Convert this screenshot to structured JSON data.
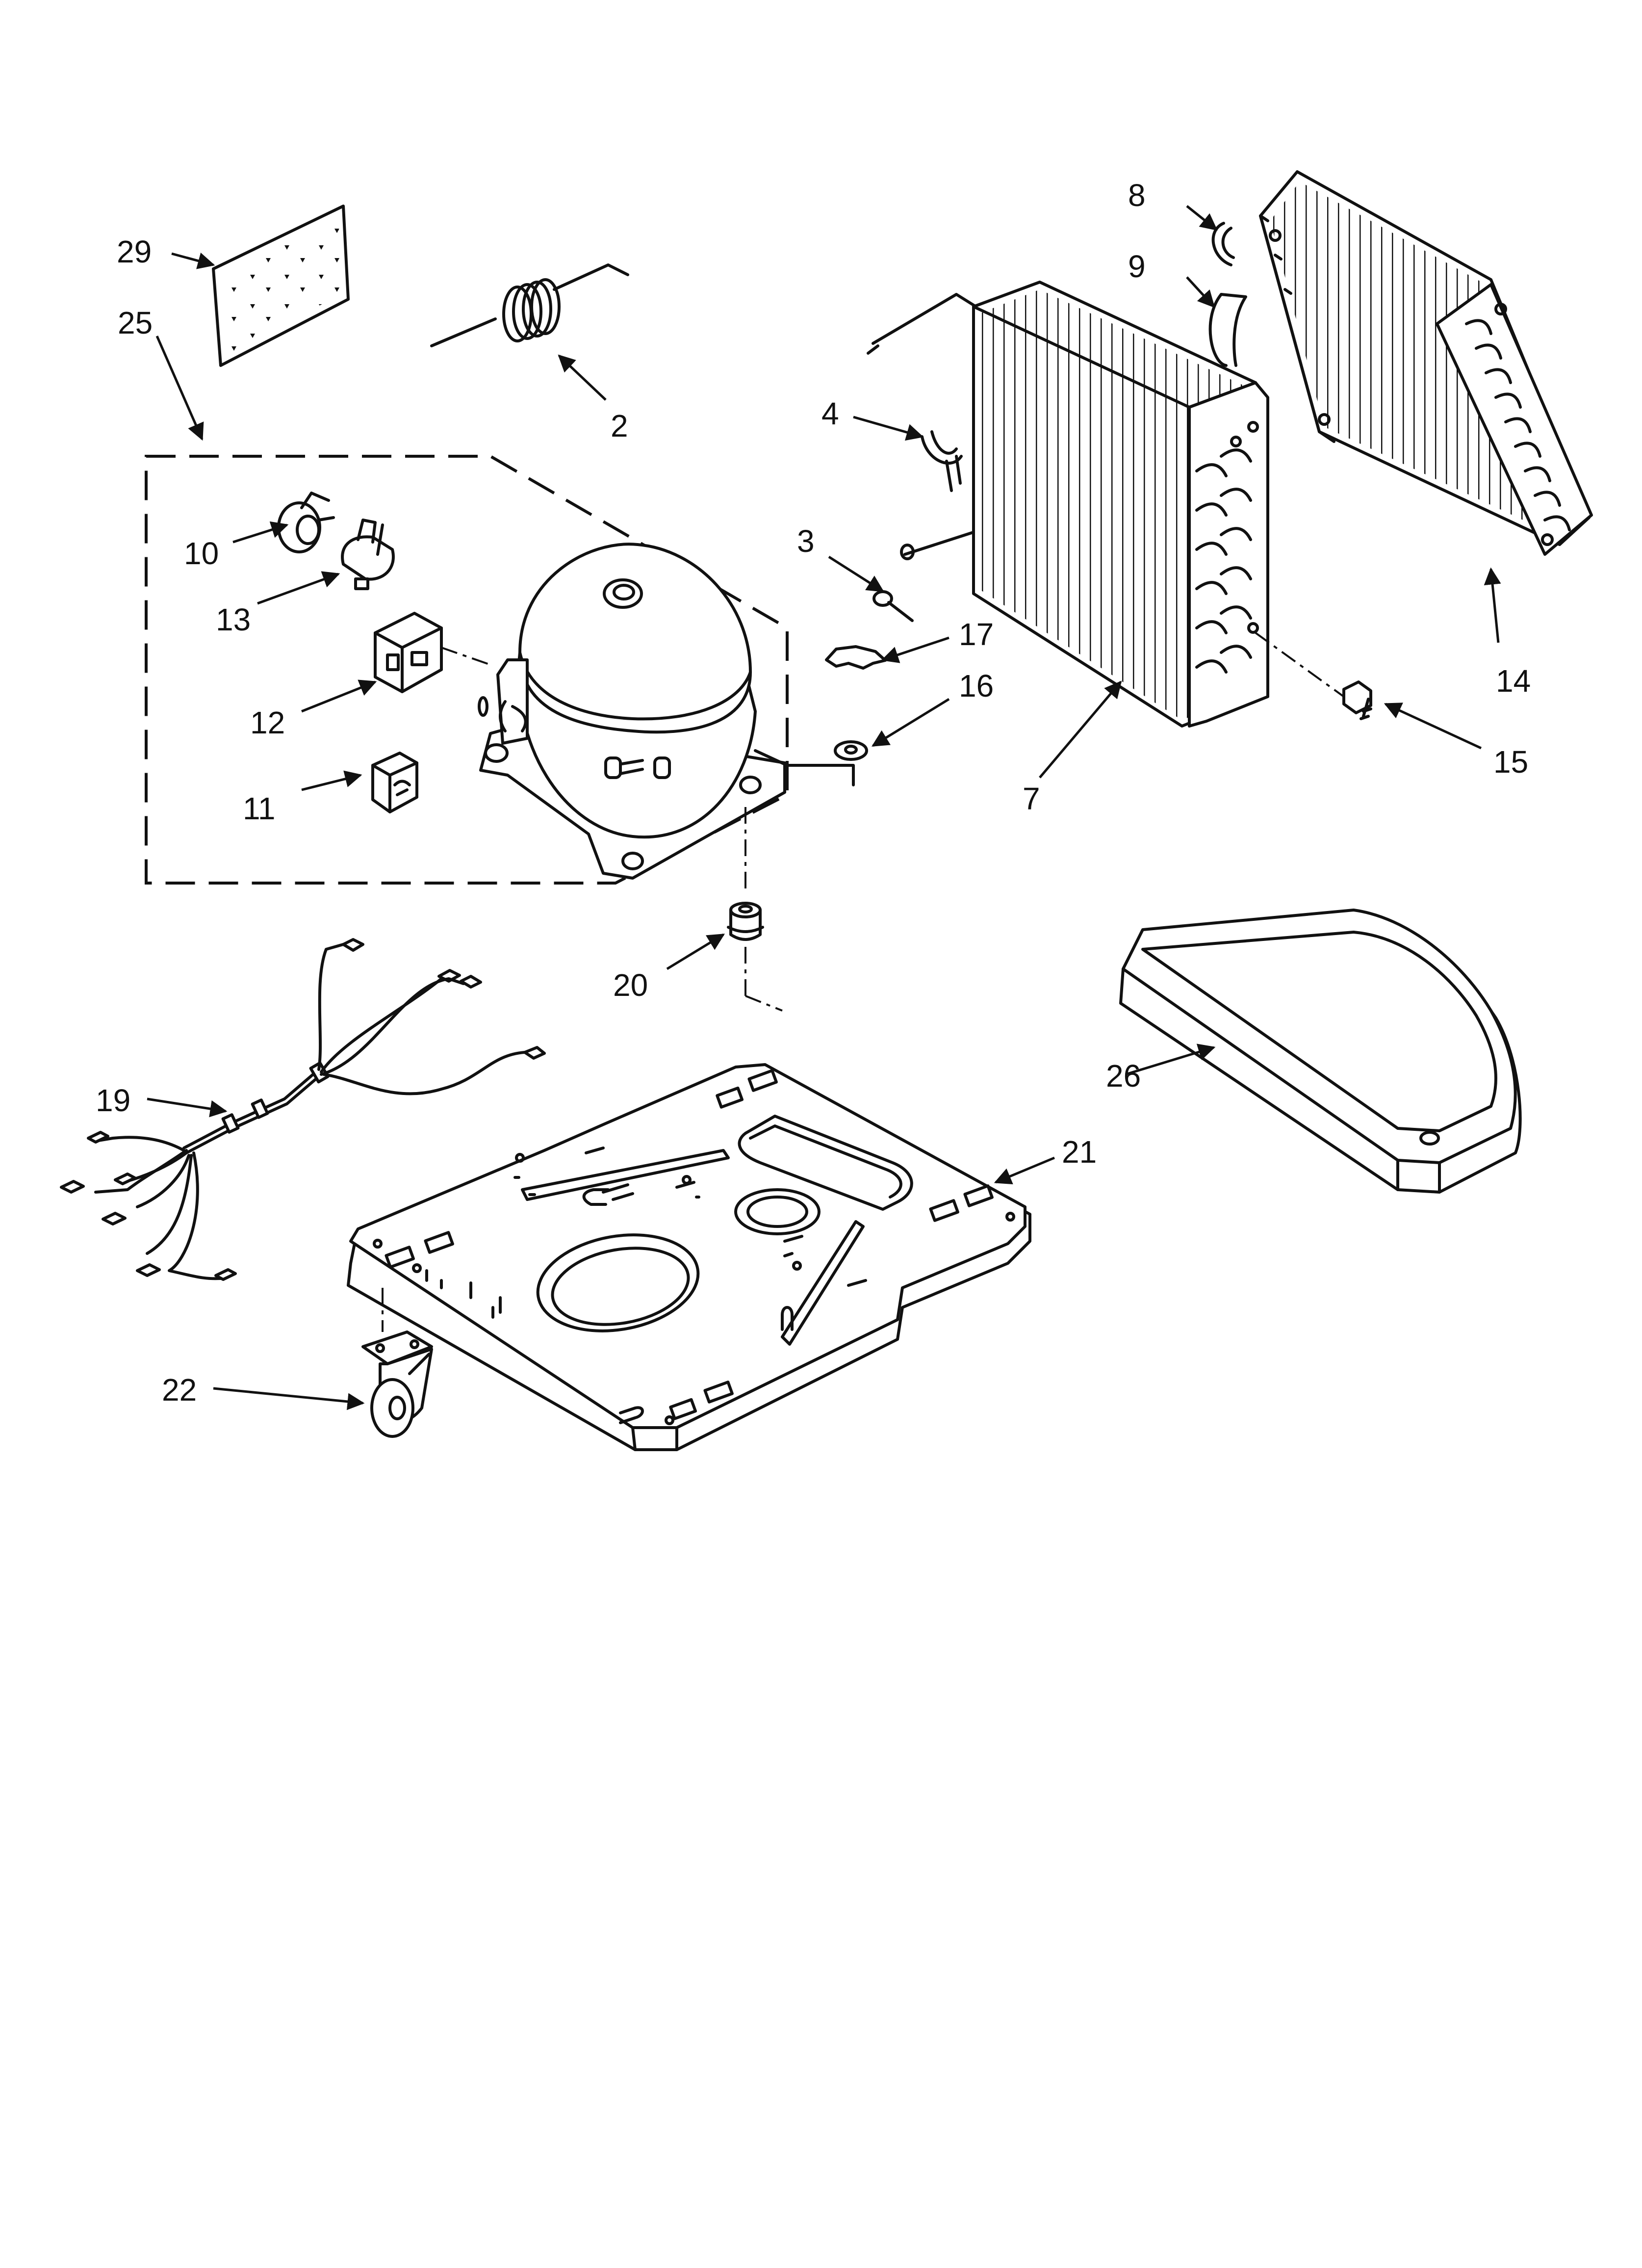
{
  "figure": {
    "labels": [
      {
        "id": "29",
        "text": "29"
      },
      {
        "id": "25",
        "text": "25"
      },
      {
        "id": "2",
        "text": "2"
      },
      {
        "id": "10",
        "text": "10"
      },
      {
        "id": "13",
        "text": "13"
      },
      {
        "id": "12",
        "text": "12"
      },
      {
        "id": "11",
        "text": "11"
      },
      {
        "id": "8",
        "text": "8"
      },
      {
        "id": "9",
        "text": "9"
      },
      {
        "id": "4",
        "text": "4"
      },
      {
        "id": "3",
        "text": "3"
      },
      {
        "id": "17",
        "text": "17"
      },
      {
        "id": "16",
        "text": "16"
      },
      {
        "id": "7",
        "text": "7"
      },
      {
        "id": "14",
        "text": "14"
      },
      {
        "id": "15",
        "text": "15"
      },
      {
        "id": "20",
        "text": "20"
      },
      {
        "id": "19",
        "text": "19"
      },
      {
        "id": "26",
        "text": "26"
      },
      {
        "id": "21",
        "text": "21"
      },
      {
        "id": "22",
        "text": "22"
      }
    ]
  }
}
